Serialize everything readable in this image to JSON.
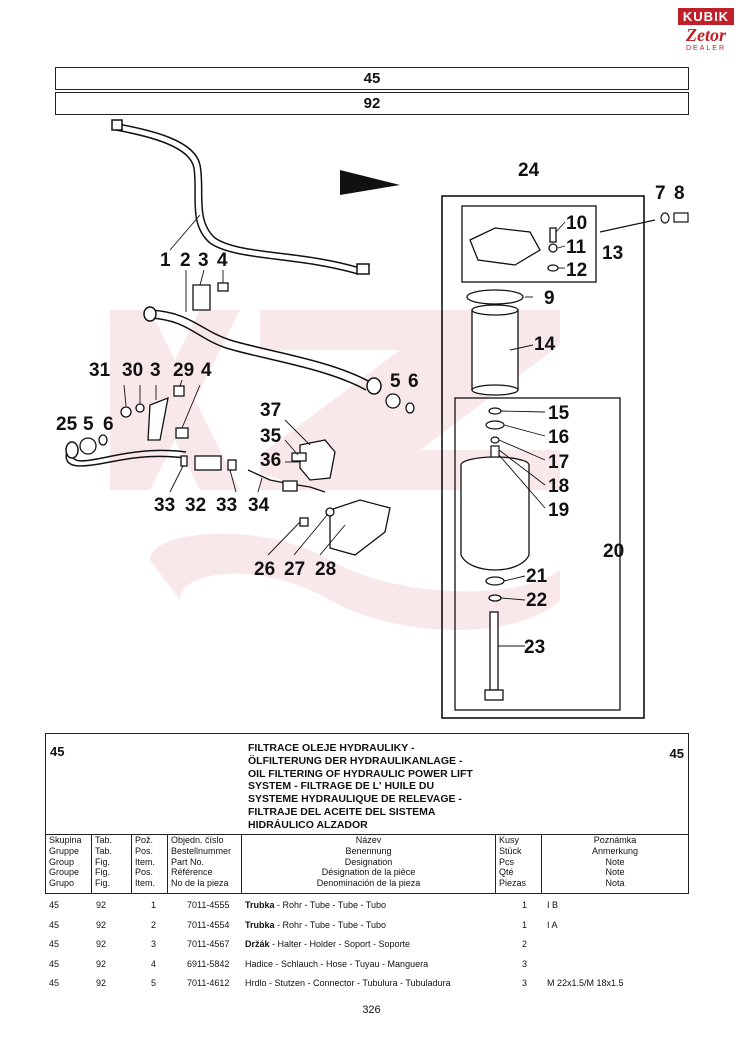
{
  "logo": {
    "brand": "KUBIK",
    "make": "Zetor",
    "sub": "DEALER"
  },
  "header": {
    "group": "45",
    "table": "92"
  },
  "callouts": [
    "1",
    "2",
    "3",
    "4",
    "3",
    "4",
    "5",
    "6",
    "5",
    "6",
    "7",
    "8",
    "9",
    "10",
    "11",
    "12",
    "13",
    "14",
    "15",
    "16",
    "17",
    "18",
    "19",
    "20",
    "21",
    "22",
    "23",
    "24",
    "25",
    "26",
    "27",
    "28",
    "29",
    "30",
    "31",
    "32",
    "33",
    "33",
    "34",
    "35",
    "36",
    "37"
  ],
  "info": {
    "group_left": "45",
    "group_right": "45",
    "titles": [
      "FILTRACE OLEJE HYDRAULIKY -",
      "ÖLFILTERUNG DER HYDRAULIKANLAGE -",
      "OIL FILTERING OF HYDRAULIC POWER LIFT",
      "SYSTEM - FILTRAGE DE L' HUILE DU",
      "SYSTEME HYDRAULIQUE DE RELEVAGE -",
      "FILTRAJE DEL ACEITE DEL SISTEMA",
      "HIDRÁULICO ALZADOR"
    ]
  },
  "columns": {
    "group": [
      "Skupina",
      "Gruppe",
      "Group",
      "Groupe",
      "Grupo"
    ],
    "table": [
      "Tab.",
      "Tab.",
      "Fig.",
      "Fig.",
      "Fig."
    ],
    "pos": [
      "Pož.",
      "Pos.",
      "Item.",
      "Pos.",
      "Item."
    ],
    "partno": [
      "Objedn. číslo",
      "Bestellnummer",
      "Part No.",
      "Référence",
      "No de la pieza"
    ],
    "name": [
      "Název",
      "Benennung",
      "Designation",
      "Désignation de la pièce",
      "Denominación de la pieza"
    ],
    "qty": [
      "Kusy",
      "Stück",
      "Pcs",
      "Qté",
      "Piezas"
    ],
    "note": [
      "Poznámka",
      "Anmerkung",
      "Note",
      "Note",
      "Nota"
    ]
  },
  "parts": [
    {
      "group": "45",
      "table": "92",
      "pos": "1",
      "partno": "7011-4555",
      "name_bold": "Trubka",
      "name_rest": " - Rohr - Tube - Tube - Tubo",
      "qty": "1",
      "note": "I B"
    },
    {
      "group": "45",
      "table": "92",
      "pos": "2",
      "partno": "7011-4554",
      "name_bold": "Trubka",
      "name_rest": " - Rohr - Tube - Tube - Tubo",
      "qty": "1",
      "note": "I A"
    },
    {
      "group": "45",
      "table": "92",
      "pos": "3",
      "partno": "7011-4567",
      "name_bold": "Držák",
      "name_rest": " - Halter - Holder - Soport - Soporte",
      "qty": "2",
      "note": ""
    },
    {
      "group": "45",
      "table": "92",
      "pos": "4",
      "partno": "6911-5842",
      "name_bold": "",
      "name_rest": "Hadice - Schlauch - Hose - Tuyau - Manguera",
      "qty": "3",
      "note": ""
    },
    {
      "group": "45",
      "table": "92",
      "pos": "5",
      "partno": "7011-4612",
      "name_bold": "",
      "name_rest": "Hrdlo - Stutzen - Connector - Tubulura - Tubuladura",
      "qty": "3",
      "note": "M 22x1.5/M 18x1.5"
    }
  ],
  "page": "326"
}
